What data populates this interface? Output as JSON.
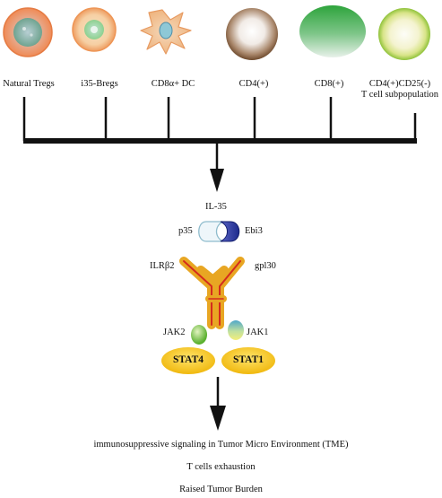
{
  "sources": [
    {
      "label": "Natural Tregs",
      "icon": "natural-treg-cell-icon"
    },
    {
      "label": "i35-Bregs",
      "icon": "i35-breg-cell-icon"
    },
    {
      "label": "CD8α+ DC",
      "icon": "dendritic-cell-icon"
    },
    {
      "label": "CD4(+)",
      "icon": "cd4-cell-icon"
    },
    {
      "label": "CD8(+)",
      "icon": "cd8-cell-icon"
    },
    {
      "label_lines": [
        "CD4(+)CD25(-)",
        "T cell subpopulation"
      ],
      "icon": "cd4-cd25-cell-icon"
    }
  ],
  "cytokine": {
    "name": "IL-35",
    "subunit_left": "p35",
    "subunit_right": "Ebi3"
  },
  "receptor": {
    "chain_left": "ILRβ2",
    "chain_right": "gpl30",
    "color_outer": "#e8a623",
    "color_inner": "#d42b1e"
  },
  "kinases": {
    "left": "JAK2",
    "right": "JAK1"
  },
  "stats": {
    "left": "STAT4",
    "right": "STAT1",
    "color": "#f3c21a"
  },
  "outcomes": [
    "immunosuppressive signaling in Tumor Micro Environment (TME)",
    "T cells exhaustion",
    "Raised Tumor Burden"
  ]
}
